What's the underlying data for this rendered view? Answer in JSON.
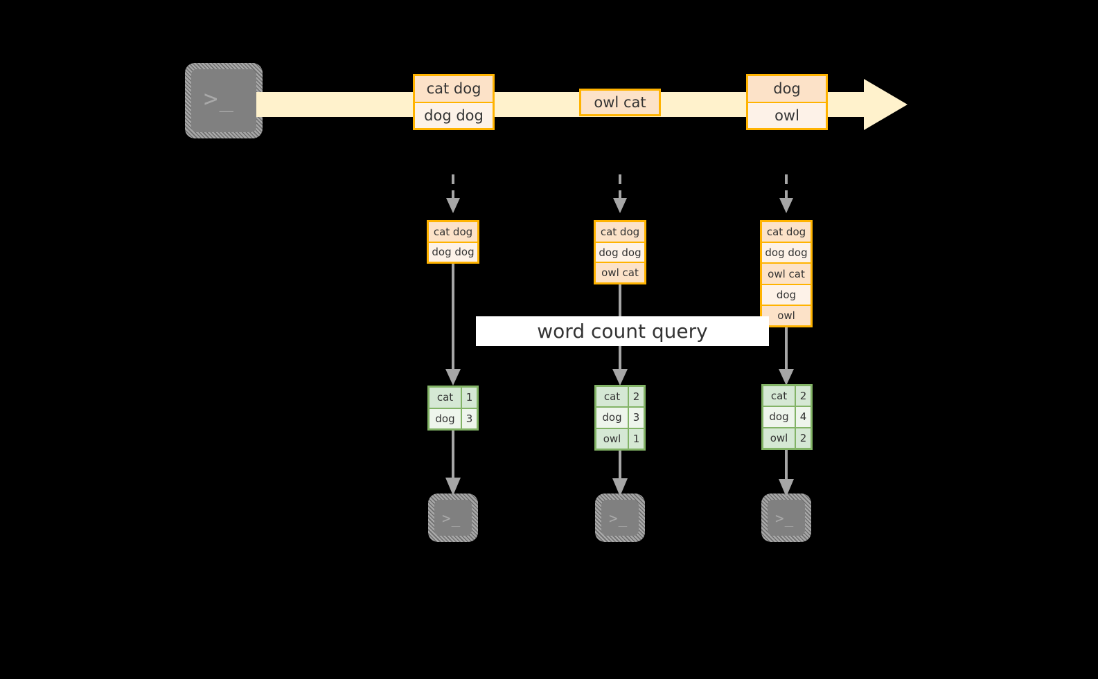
{
  "diagram": {
    "title_text": "word count query",
    "colors": {
      "background": "#000000",
      "stream_fill": "#FFF2CC",
      "msg_border": "#FFB300",
      "msg_fill_dark": "#FCE2C8",
      "msg_fill_light": "#FDF2E8",
      "table_border": "#82B366",
      "table_fill_dark": "#D5E8D4",
      "table_fill_light": "#EEF5EC",
      "connector": "#A6A6A6",
      "terminal_fill": "#808080",
      "banner_fill": "#FFFFFF",
      "text": "#333333"
    },
    "producer": {
      "icon": "terminal-icon",
      "prompt_glyph": ">_"
    },
    "stream": {
      "icon": "right-arrow-icon",
      "messages": [
        {
          "id": "m1",
          "lines": [
            "cat dog",
            "dog dog"
          ]
        },
        {
          "id": "m2",
          "lines": [
            "owl cat"
          ]
        },
        {
          "id": "m3",
          "lines": [
            "dog",
            "owl"
          ]
        }
      ]
    },
    "snapshots": [
      {
        "id": "s1",
        "lines": [
          "cat dog",
          "dog dog"
        ]
      },
      {
        "id": "s2",
        "lines": [
          "cat dog",
          "dog dog",
          "owl cat"
        ]
      },
      {
        "id": "s3",
        "lines": [
          "cat dog",
          "dog dog",
          "owl cat",
          "dog",
          "owl"
        ]
      }
    ],
    "results": [
      {
        "id": "r1",
        "rows": [
          {
            "word": "cat",
            "count": "1"
          },
          {
            "word": "dog",
            "count": "3"
          }
        ]
      },
      {
        "id": "r2",
        "rows": [
          {
            "word": "cat",
            "count": "2"
          },
          {
            "word": "dog",
            "count": "3"
          },
          {
            "word": "owl",
            "count": "1"
          }
        ]
      },
      {
        "id": "r3",
        "rows": [
          {
            "word": "cat",
            "count": "2"
          },
          {
            "word": "dog",
            "count": "4"
          },
          {
            "word": "owl",
            "count": "2"
          }
        ]
      }
    ],
    "consumers": [
      {
        "id": "c1",
        "icon": "terminal-icon",
        "prompt_glyph": ">_"
      },
      {
        "id": "c2",
        "icon": "terminal-icon",
        "prompt_glyph": ">_"
      },
      {
        "id": "c3",
        "icon": "terminal-icon",
        "prompt_glyph": ">_"
      }
    ]
  }
}
